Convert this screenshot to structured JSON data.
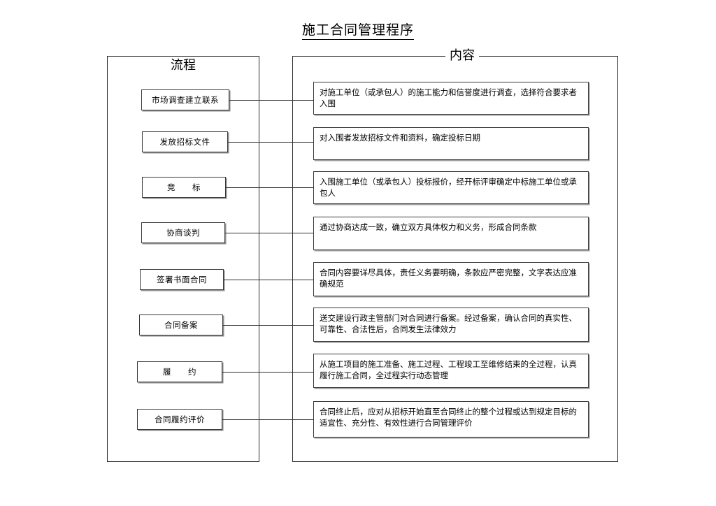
{
  "document": {
    "title": "施工合同管理程序"
  },
  "columns": {
    "process_header": "流程",
    "content_header": "内容"
  },
  "rows": [
    {
      "step": "市场调查建立联系",
      "content": "对施工单位（或承包人）的施工能力和信誉度进行调查，选择符合要求者入围"
    },
    {
      "step": "发放招标文件",
      "content": "对入围者发放招标文件和资料，确定投标日期"
    },
    {
      "step": "竞　　标",
      "content": "入围施工单位（或承包人）投标报价，经开标评审确定中标施工单位或承包人"
    },
    {
      "step": "协商谈判",
      "content": "通过协商达成一致，确立双方具体权力和义务，形成合同条款"
    },
    {
      "step": "签署书面合同",
      "content": "合同内容要详尽具体，责任义务要明确，条款应严密完整，文字表达应准确规范"
    },
    {
      "step": "合同备案",
      "content": "送交建设行政主管部门对合同进行备案。经过备案，确认合同的真实性、可靠性、合法性后，合同发生法律效力"
    },
    {
      "step": "履　　约",
      "content": "从施工项目的施工准备、施工过程、工程竣工至维修结束的全过程，认真履行施工合同，全过程实行动态管理"
    },
    {
      "step": "合同履约评价",
      "content": "合同终止后，应对从招标开始直至合同终止的整个过程或达到规定目标的适宜性、充分性、有效性进行合同管理评价"
    }
  ],
  "colors": {
    "line": "#2f2f2f",
    "box_border": "#3a3a3a",
    "shadow": "#8d8d8d",
    "background": "#ffffff",
    "text": "#000000"
  }
}
